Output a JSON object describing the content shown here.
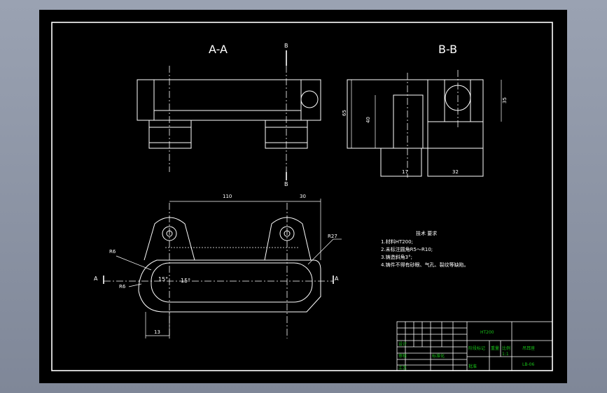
{
  "views": {
    "section_a_title": "A-A",
    "section_b_title": "B-B",
    "cut_b_top": "B",
    "cut_b_bottom": "B",
    "cut_a_left": "A",
    "cut_a_right": "A"
  },
  "dimensions": {
    "d110": "110",
    "d30": "30",
    "r27": "R27",
    "r6_upper": "R6",
    "r6_lower": "R6",
    "angle_left": "15°",
    "angle_right": "15°",
    "d13": "13",
    "d65": "65",
    "d40": "40",
    "d35": "35",
    "d17": "17",
    "d32": "32"
  },
  "notes": {
    "title": "技术 要求",
    "items": [
      "1.材料HT200;",
      "2.未标注圆角R5～R10;",
      "3.铸造斜角3°;",
      "4.铸件不得有砂眼、气孔、裂纹等缺陷。"
    ]
  },
  "title_block": {
    "material": "HT200",
    "part_name": "吊耳座",
    "drawing_no": "LB-06",
    "scale_label": "比例",
    "scale_value": "1:1",
    "stage_label": "阶段标记",
    "weight_label": "重量",
    "design_label": "设计",
    "check_label": "审核",
    "approve_label": "批准",
    "std_label": "标准化",
    "process_label": "工艺",
    "colors": {
      "green_text": "#19c419",
      "lines": "#ffffff"
    }
  }
}
